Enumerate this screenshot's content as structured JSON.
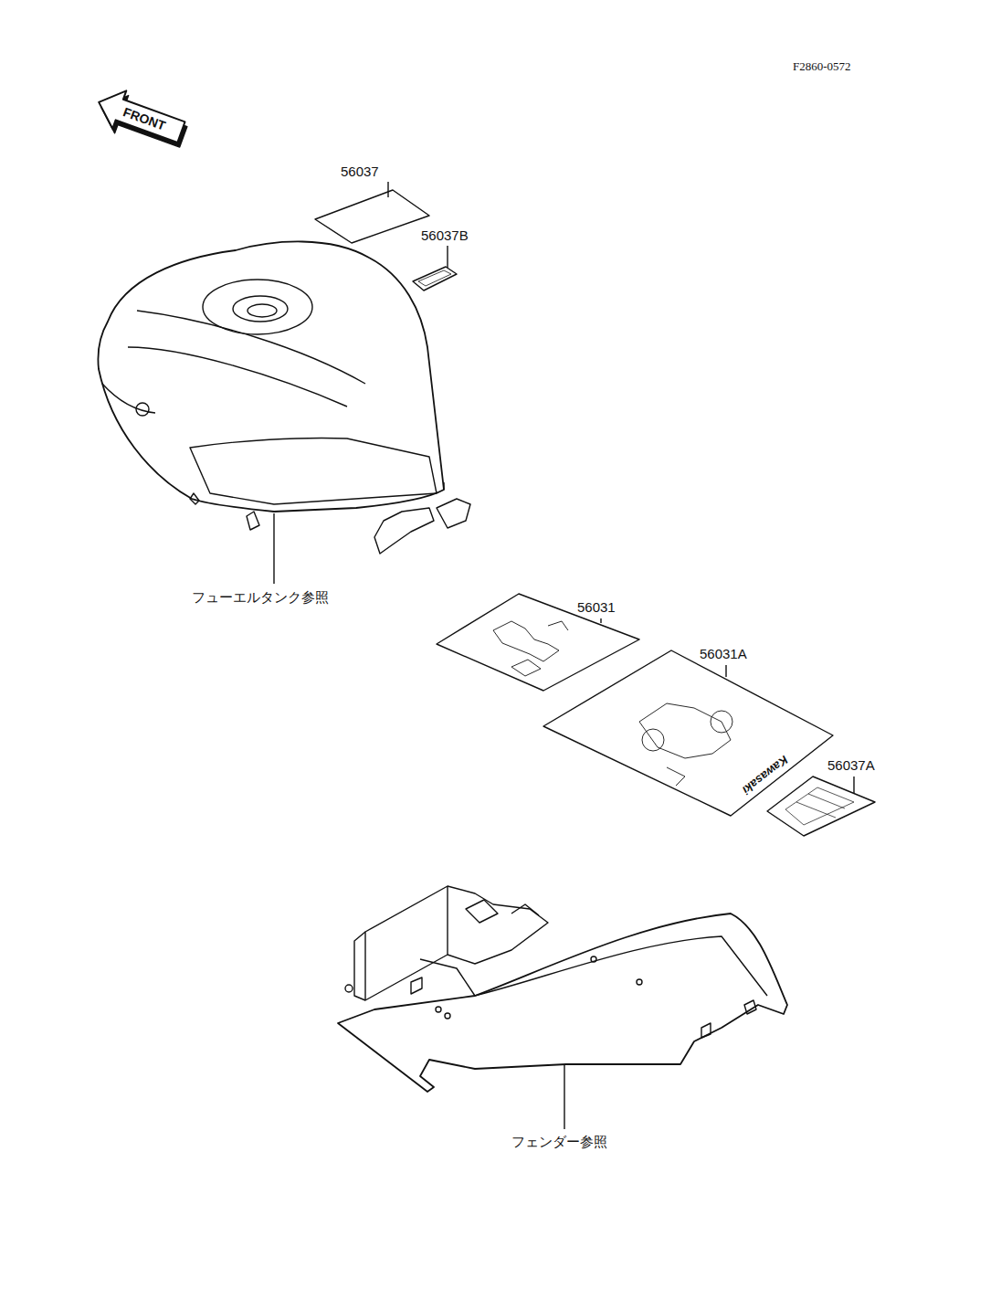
{
  "diagram": {
    "labels": [
      "F2860-0572",
      "FRONT",
      "56037",
      "56037B",
      "フューエルタンク参照",
      "56031",
      "56031A",
      "Kawasaki",
      "56037A",
      "フェンダー参照"
    ]
  }
}
